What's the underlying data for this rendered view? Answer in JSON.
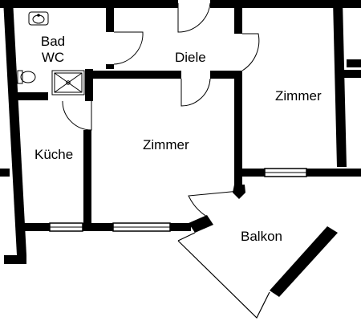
{
  "floorplan": {
    "rooms": {
      "bad": "Bad",
      "wc": "WC",
      "diele": "Diele",
      "zimmer_right": "Zimmer",
      "kueche": "Küche",
      "zimmer_center": "Zimmer",
      "balkon": "Balkon"
    },
    "colors": {
      "wall": "#000000",
      "line": "#000000",
      "background": "#ffffff",
      "window_fill": "#ffffff"
    },
    "fixture_icons": [
      "sink-icon",
      "toilet-icon",
      "shower-tray-icon"
    ]
  }
}
